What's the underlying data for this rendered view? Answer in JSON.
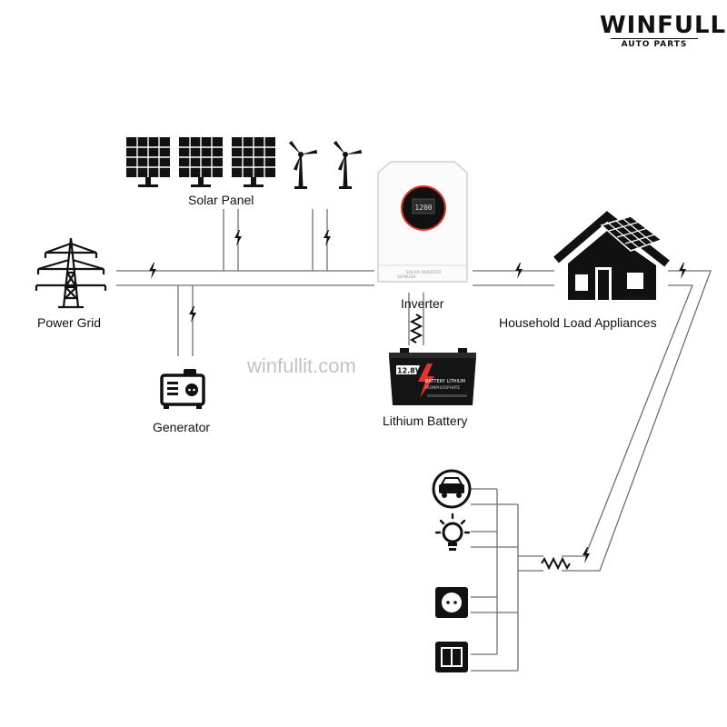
{
  "logo": {
    "main": "WINFULL",
    "sub": "AUTO PARTS"
  },
  "watermark": "winfullit.com",
  "labels": {
    "solar_panel": "Solar Panel",
    "power_grid": "Power Grid",
    "inverter": "Inverter",
    "household": "Household Load Appliances",
    "generator": "Generator",
    "battery": "Lithium Battery"
  },
  "battery_text": {
    "voltage": "12.8V",
    "line1": "BATTERY LITHIUM",
    "line2": "IRONPHOSPHATE"
  },
  "inverter_text": {
    "brand": "SIONUDA",
    "model": "SOLAR INVERTER",
    "display": "1200"
  },
  "colors": {
    "line": "#6f6f6f",
    "ink": "#111111",
    "accent": "#e0352b"
  },
  "icons": [
    "transmission-tower-icon",
    "solar-panel-icon",
    "wind-turbine-icon",
    "house-icon",
    "generator-icon",
    "battery-icon",
    "car-icon",
    "light-bulb-icon",
    "power-socket-icon",
    "wall-switch-icon",
    "lightning-icon",
    "resistor-icon"
  ]
}
